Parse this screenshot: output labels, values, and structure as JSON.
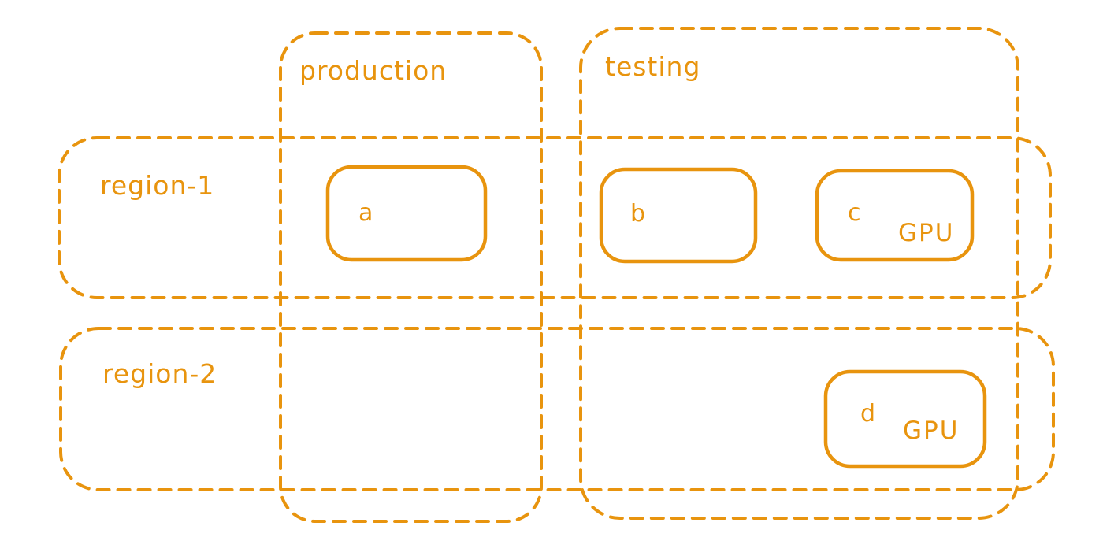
{
  "diagram": {
    "accent_color": "#E8940E",
    "background_color": "#FFFFFF",
    "zones": {
      "production": {
        "label": "production",
        "orientation": "column"
      },
      "testing": {
        "label": "testing",
        "orientation": "column"
      },
      "region_1": {
        "label": "region-1",
        "orientation": "row"
      },
      "region_2": {
        "label": "region-2",
        "orientation": "row"
      }
    },
    "nodes": {
      "a": {
        "label": "a",
        "badge": null,
        "column": "production",
        "row": "region-1"
      },
      "b": {
        "label": "b",
        "badge": null,
        "column": "testing",
        "row": "region-1"
      },
      "c": {
        "label": "c",
        "badge": "GPU",
        "column": "testing",
        "row": "region-1"
      },
      "d": {
        "label": "d",
        "badge": "GPU",
        "column": "testing",
        "row": "region-2"
      }
    }
  }
}
